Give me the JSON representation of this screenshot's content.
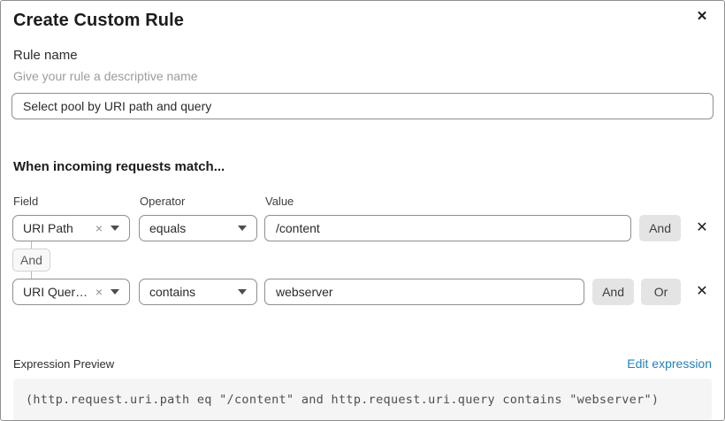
{
  "dialog": {
    "title": "Create Custom Rule"
  },
  "icons": {
    "close": "✕",
    "clear": "×",
    "delete_row": "✕"
  },
  "rule_name": {
    "label": "Rule name",
    "helper": "Give your rule a descriptive name",
    "value": "Select pool by URI path and query"
  },
  "matcher": {
    "heading": "When incoming requests match...",
    "columns": {
      "field": "Field",
      "operator": "Operator",
      "value": "Value"
    },
    "connector": "And",
    "rows": [
      {
        "field": "URI Path",
        "operator": "equals",
        "value": "/content",
        "and_label": "And"
      },
      {
        "field": "URI Query St...",
        "operator": "contains",
        "value": "webserver",
        "and_label": "And",
        "or_label": "Or"
      }
    ]
  },
  "expression": {
    "label": "Expression Preview",
    "edit_link": "Edit expression",
    "code": "(http.request.uri.path eq \"/content\" and http.request.uri.query contains \"webserver\")"
  },
  "colors": {
    "link_blue": "#2182ba",
    "button_gray": "#e4e4e4",
    "code_bg": "#f5f5f5",
    "border_gray": "#8f8f8f"
  }
}
